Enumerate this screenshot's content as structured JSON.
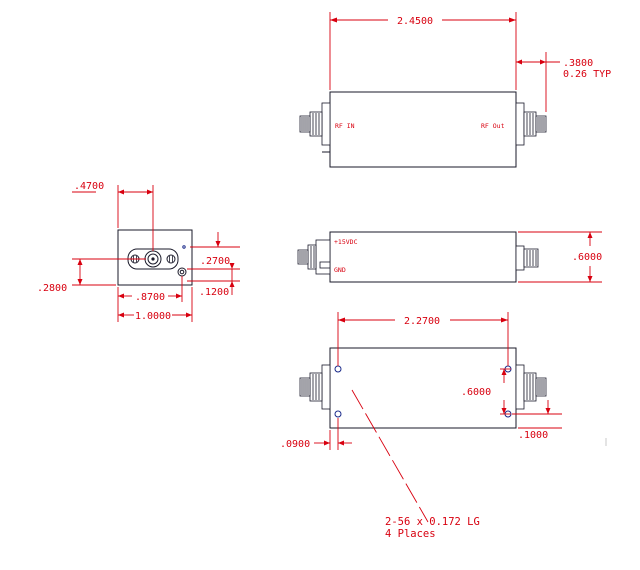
{
  "top_view": {
    "length_dim": "2.4500",
    "connector_dim": ".3800",
    "connector_dim_note": "0.26 TYP",
    "port_in": "RF IN",
    "port_out": "RF Out"
  },
  "end_view": {
    "connector_offset": ".4700",
    "height_dim": ".2800",
    "pin_spacing": ".8700",
    "width_dim": "1.0000",
    "pin_height": ".2700",
    "pin_height_2": ".1200"
  },
  "side_view": {
    "power_label": "+15VDC",
    "ground_label": "GND",
    "height_dim": ".6000"
  },
  "bottom_view": {
    "hole_spacing_x": "2.2700",
    "hole_spacing_y": ".6000",
    "hole_edge_left": ".0900",
    "hole_edge_right": ".1000",
    "hole_note_line1": "2-56 x 0.172 LG",
    "hole_note_line2": "4 Places"
  }
}
